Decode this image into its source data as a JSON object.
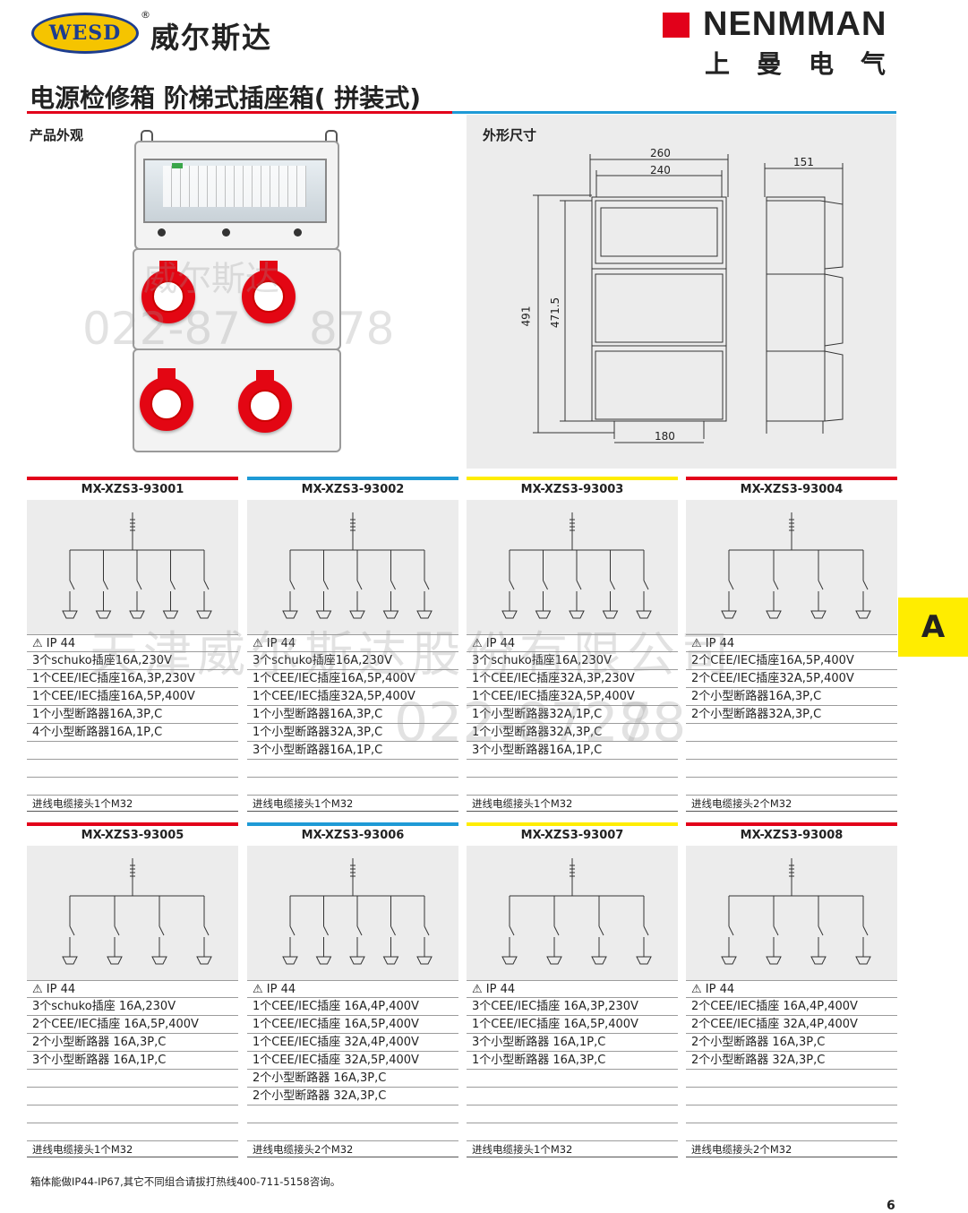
{
  "header": {
    "brand_logo_text": "WESD",
    "registered_mark": "®",
    "brand_name_cn": "威尔斯达",
    "partner_brand": "NENMMAN",
    "partner_name_cn": "上曼电气",
    "page_title": "电源检修箱 阶梯式插座箱( 拼装式)"
  },
  "sections": {
    "product_appearance_label": "产品外观",
    "dimensions_label": "外形尺寸"
  },
  "dimensions": {
    "width_outer": "260",
    "width_inner": "240",
    "height_outer": "491",
    "height_inner": "471.5",
    "base_width": "180",
    "depth": "151"
  },
  "colors": {
    "red": "#e2001a",
    "blue": "#1e9ad6",
    "yellow": "#ffed00",
    "panel_gray": "#ececec"
  },
  "models": [
    {
      "model": "MX-XZS3-93001",
      "accent": "#e2001a",
      "ip": "IP 44",
      "specs": [
        "3个schuko插座16A,230V",
        "1个CEE/IEC插座16A,3P,230V",
        "1个CEE/IEC插座16A,5P,400V",
        "1个小型断路器16A,3P,C",
        "4个小型断路器16A,1P,C"
      ],
      "inlet": "进线电缆接头1个M32"
    },
    {
      "model": "MX-XZS3-93002",
      "accent": "#1e9ad6",
      "ip": "IP 44",
      "specs": [
        "3个schuko插座16A,230V",
        "1个CEE/IEC插座16A,5P,400V",
        "1个CEE/IEC插座32A,5P,400V",
        "1个小型断路器16A,3P,C",
        "1个小型断路器32A,3P,C",
        "3个小型断路器16A,1P,C"
      ],
      "inlet": "进线电缆接头1个M32"
    },
    {
      "model": "MX-XZS3-93003",
      "accent": "#ffed00",
      "ip": "IP 44",
      "specs": [
        "3个schuko插座16A,230V",
        "1个CEE/IEC插座32A,3P,230V",
        "1个CEE/IEC插座32A,5P,400V",
        "1个小型断路器32A,1P,C",
        "1个小型断路器32A,3P,C",
        "3个小型断路器16A,1P,C"
      ],
      "inlet": "进线电缆接头1个M32"
    },
    {
      "model": "MX-XZS3-93004",
      "accent": "#e2001a",
      "ip": "IP 44",
      "specs": [
        "2个CEE/IEC插座16A,5P,400V",
        "2个CEE/IEC插座32A,5P,400V",
        "2个小型断路器16A,3P,C",
        "2个小型断路器32A,3P,C"
      ],
      "inlet": "进线电缆接头2个M32"
    },
    {
      "model": "MX-XZS3-93005",
      "accent": "#e2001a",
      "ip": "IP 44",
      "specs": [
        "3个schuko插座 16A,230V",
        "2个CEE/IEC插座 16A,5P,400V",
        "2个小型断路器 16A,3P,C",
        "3个小型断路器 16A,1P,C"
      ],
      "inlet": "进线电缆接头1个M32"
    },
    {
      "model": "MX-XZS3-93006",
      "accent": "#1e9ad6",
      "ip": "IP 44",
      "specs": [
        "1个CEE/IEC插座 16A,4P,400V",
        "1个CEE/IEC插座 16A,5P,400V",
        "1个CEE/IEC插座 32A,4P,400V",
        "1个CEE/IEC插座 32A,5P,400V",
        "2个小型断路器 16A,3P,C",
        "2个小型断路器 32A,3P,C"
      ],
      "inlet": "进线电缆接头2个M32"
    },
    {
      "model": "MX-XZS3-93007",
      "accent": "#ffed00",
      "ip": "IP 44",
      "specs": [
        "3个CEE/IEC插座 16A,3P,230V",
        "1个CEE/IEC插座 16A,5P,400V",
        "3个小型断路器 16A,1P,C",
        "1个小型断路器 16A,3P,C"
      ],
      "inlet": "进线电缆接头1个M32"
    },
    {
      "model": "MX-XZS3-93008",
      "accent": "#e2001a",
      "ip": "IP 44",
      "specs": [
        "2个CEE/IEC插座 16A,4P,400V",
        "2个CEE/IEC插座 32A,4P,400V",
        "2个小型断路器 16A,3P,C",
        "2个小型断路器 32A,3P,C"
      ],
      "inlet": "进线电缆接头2个M32"
    }
  ],
  "footnote": "箱体能做IP44-IP67,其它不同组合请拔打热线400-711-5158咨询。",
  "side_tab": "A",
  "page_number": "6",
  "watermarks": {
    "company": "天津威尔斯达股份有限公司",
    "phone_fragment_1": "022-87",
    "phone_fragment_2": "878",
    "phone_fragment_3": "022-8728",
    "phone_fragment_4": "78",
    "brand_fragment": "威尔斯达"
  }
}
